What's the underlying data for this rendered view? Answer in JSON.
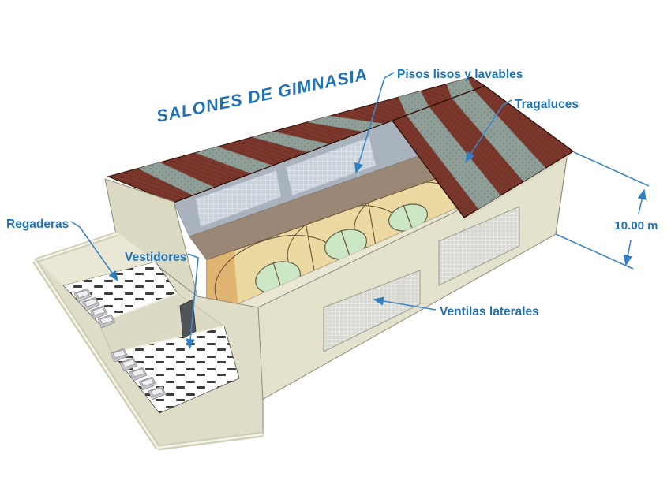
{
  "title": {
    "text": "SALONES DE GIMNASIA"
  },
  "labels": {
    "pisos": {
      "text": "Pisos lisos y lavables",
      "target": "gym interior floor"
    },
    "tragaluces": {
      "text": "Tragaluces",
      "target": "grey skylight stripe on roof"
    },
    "regaderas": {
      "text": "Regaderas",
      "target": "shower room floor in annex"
    },
    "vestidores": {
      "text": "Vestidores",
      "target": "locker room in annex"
    },
    "ventilas": {
      "text": "Ventilas laterales",
      "target": "lattice vent on side wall"
    }
  },
  "dimension": {
    "text": "10.00 m",
    "meaning": "building height at right gable"
  },
  "colors": {
    "label_blue": "#2173B8",
    "leader_blue": "#3E86C6",
    "roof_red": "#7B372C",
    "roof_line_red": "#63291F",
    "skylight_grey": "#8F9E96",
    "interior_wall_grey": "#A9B3BE",
    "mesh_panel": "#C9D3DC",
    "walkway_brown": "#9A8775",
    "court_tan": "#ECD9A1",
    "court_line": "#6B5435",
    "court_circle_green": "#CBE7C3",
    "court_end_orange": "#DFAF6C",
    "wall_beige": "#E4E2CD",
    "ledge_beige": "#E9E7D3",
    "annex_beige": "#DFDDC7",
    "vent_grey": "#D9D9D4",
    "bench_grey": "#C7C7CB",
    "door_dark": "#53535A",
    "floor_dash_dark": "#3D3D3D"
  }
}
